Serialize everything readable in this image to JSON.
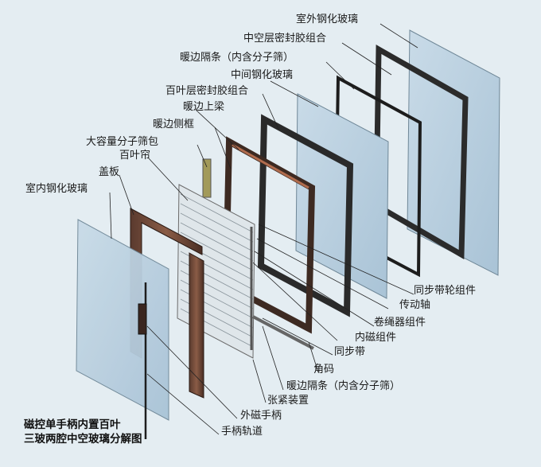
{
  "title_lines": [
    "磁控单手柄内置百叶",
    "三玻两腔中空玻璃分解图"
  ],
  "labels": [
    {
      "id": "outer-glass",
      "text": "室外钢化玻璃"
    },
    {
      "id": "hollow-seal-outer",
      "text": "中空层密封胶组合"
    },
    {
      "id": "warm-spacer-top",
      "text": "暖边隔条（内含分子筛）"
    },
    {
      "id": "middle-glass",
      "text": "中间钢化玻璃"
    },
    {
      "id": "louver-seal",
      "text": "百叶层密封胶组合"
    },
    {
      "id": "warm-top-beam",
      "text": "暖边上梁"
    },
    {
      "id": "warm-side-frame",
      "text": "暖边侧框"
    },
    {
      "id": "sieve-pack",
      "text": "大容量分子筛包"
    },
    {
      "id": "louver",
      "text": "百叶帘"
    },
    {
      "id": "cover-plate",
      "text": "盖板"
    },
    {
      "id": "inner-glass",
      "text": "室内钢化玻璃"
    },
    {
      "id": "sync-pulley",
      "text": "同步带轮组件"
    },
    {
      "id": "drive-shaft",
      "text": "传动轴"
    },
    {
      "id": "cord-winder",
      "text": "卷绳器组件"
    },
    {
      "id": "inner-magnet",
      "text": "内磁组件"
    },
    {
      "id": "sync-belt",
      "text": "同步带"
    },
    {
      "id": "corner-key",
      "text": "角码"
    },
    {
      "id": "warm-spacer-bottom",
      "text": "暖边隔条（内含分子筛）"
    },
    {
      "id": "tensioner",
      "text": "张紧装置"
    },
    {
      "id": "outer-handle",
      "text": "外磁手柄"
    },
    {
      "id": "handle-track",
      "text": "手柄轨道"
    }
  ]
}
